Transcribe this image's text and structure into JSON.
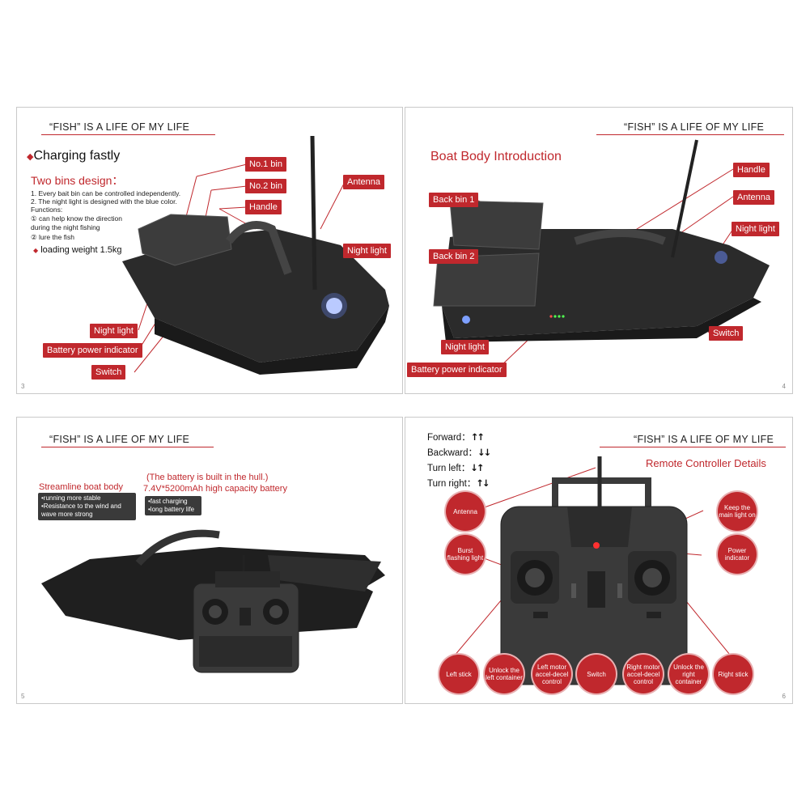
{
  "header_text": "“FISH” IS A LIFE OF MY LIFE",
  "panel1": {
    "page_number": "3",
    "charging": "Charging fastly",
    "two_bins": "Two bins design：",
    "desc": [
      "1. Every bait bin can be controlled independently.",
      "2. The night light is designed with the blue color.",
      "Functions:",
      "① can help know the direction",
      "    during the night fishing",
      "② lure the fish"
    ],
    "weight": "loading weight 1.5kg",
    "labels": {
      "no1": "No.1 bin",
      "no2": "No.2 bin",
      "handle": "Handle",
      "antenna": "Antenna",
      "night_right": "Night light",
      "night_left": "Night light",
      "battery": "Battery power indicator",
      "switch": "Switch"
    }
  },
  "panel2": {
    "page_number": "4",
    "title": "Boat Body Introduction",
    "labels": {
      "back1": "Back bin 1",
      "back2": "Back bin 2",
      "handle": "Handle",
      "antenna": "Antenna",
      "night_right": "Night light",
      "switch": "Switch",
      "night_left": "Night light",
      "battery": "Battery power indicator"
    }
  },
  "panel3": {
    "page_number": "5",
    "streamline": "Streamline boat body",
    "streamline_items": [
      "•running more stable",
      "•Resistance to the wind and",
      "  wave more strong"
    ],
    "battery_note": "(The battery is built in the hull.)",
    "battery_spec": "7.4V*5200mAh high capacity battery",
    "battery_items": [
      "•fast charging",
      "•long battery life"
    ]
  },
  "panel4": {
    "page_number": "6",
    "title": "Remote Controller Details",
    "directions": [
      {
        "label": "Forward：",
        "arrows": "↑↑"
      },
      {
        "label": "Backward：",
        "arrows": "↓↓"
      },
      {
        "label": "Turn left：",
        "arrows": "↓↑"
      },
      {
        "label": "Turn right：",
        "arrows": "↑↓"
      }
    ],
    "circles": {
      "antenna": "Antenna",
      "burst": "Burst flashing light",
      "keep": "Keep the main light on",
      "power": "Power indicator",
      "left_stick": "Left stick",
      "unlock_left": "Unlock the left container",
      "left_motor": "Left motor accel-decel control",
      "switch": "Switch",
      "right_motor": "Right motor accel-decel control",
      "unlock_right": "Unlock the right container",
      "right_stick": "Right stick"
    }
  },
  "colors": {
    "accent": "#c0282d",
    "boat": "#2b2b2b"
  }
}
